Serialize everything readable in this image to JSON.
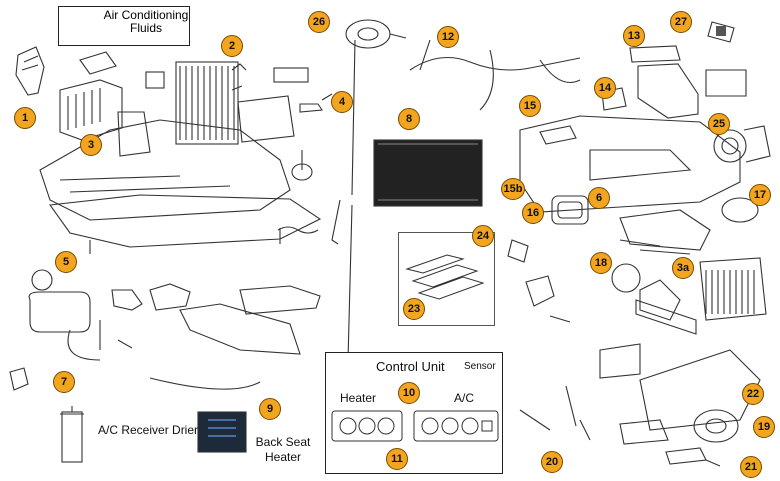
{
  "fluids": {
    "label": "Air Conditioning Fluids"
  },
  "control_unit": {
    "title": "Control Unit",
    "sensor": "Sensor",
    "heater": "Heater",
    "ac": "A/C"
  },
  "labels": {
    "receiver_drier": "A/C Receiver Drier",
    "back_seat_heater": "Back Seat Heater"
  },
  "callouts": {
    "c1": "1",
    "c2": "2",
    "c3": "3",
    "c3a": "3a",
    "c4": "4",
    "c5": "5",
    "c6": "6",
    "c7": "7",
    "c8": "8",
    "c9": "9",
    "c10": "10",
    "c11": "11",
    "c12": "12",
    "c13": "13",
    "c14": "14",
    "c15": "15",
    "c15b": "15b",
    "c16": "16",
    "c17": "17",
    "c18": "18",
    "c19": "19",
    "c20": "20",
    "c21": "21",
    "c22": "22",
    "c23": "23",
    "c24": "24",
    "c25": "25",
    "c26": "26",
    "c27": "27"
  },
  "colors": {
    "callout": "#f2a51f",
    "line": "#222222"
  }
}
